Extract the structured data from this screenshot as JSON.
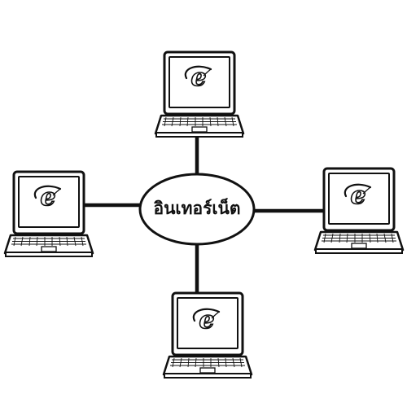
{
  "hub": {
    "label": "อินเทอร์เน็ต"
  },
  "nodes": [
    {
      "id": "top",
      "icon": "internet-explorer-icon"
    },
    {
      "id": "left",
      "icon": "internet-explorer-icon"
    },
    {
      "id": "right",
      "icon": "internet-explorer-icon"
    },
    {
      "id": "bottom",
      "icon": "internet-explorer-icon"
    }
  ],
  "colors": {
    "line": "#111111",
    "background": "#ffffff",
    "screen": "#ffffff",
    "laptop_fill": "#ffffff"
  }
}
